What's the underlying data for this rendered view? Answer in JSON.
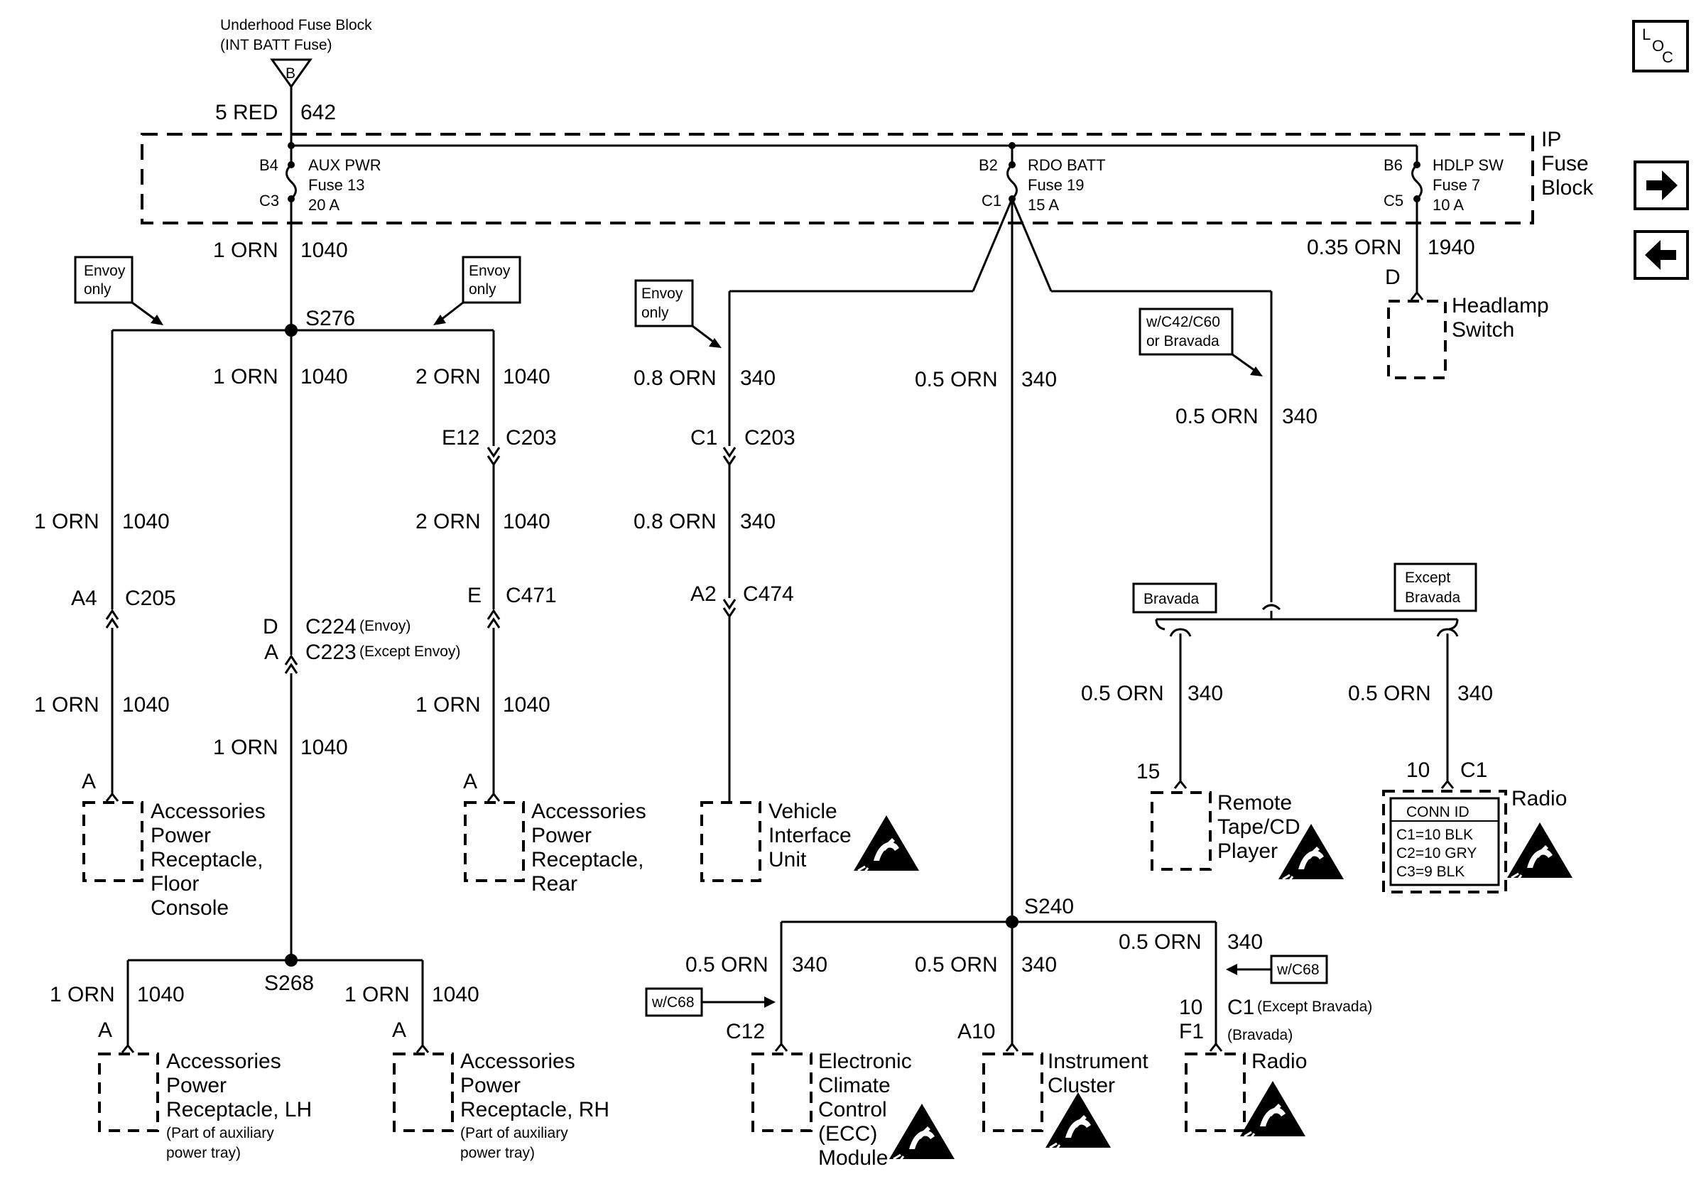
{
  "source": {
    "name": "Underhood Fuse Block",
    "fuse": "(INT BATT Fuse)",
    "terminal": "B"
  },
  "feed_wire": {
    "gauge": "5 RED",
    "circuit": "642"
  },
  "ip_fuse_block": {
    "line1": "IP",
    "line2": "Fuse",
    "line3": "Block"
  },
  "fuses": [
    {
      "pin_in": "B4",
      "pin_out": "C3",
      "name": "AUX PWR",
      "number": "Fuse 13",
      "rating": "20 A"
    },
    {
      "pin_in": "B2",
      "pin_out": "C1",
      "name": "RDO BATT",
      "number": "Fuse 19",
      "rating": "15 A"
    },
    {
      "pin_in": "B6",
      "pin_out": "C5",
      "name": "HDLP SW",
      "number": "Fuse 7",
      "rating": "10 A"
    }
  ],
  "nav": {
    "loc_l": "L",
    "loc_o": "O",
    "loc_c": "C",
    "forward": "➡",
    "back": "⬅"
  },
  "notes": {
    "envoy_l1": "Envoy",
    "envoy_l2": "only",
    "wc42_l1": "w/C42/C60",
    "wc42_l2": "or Bravada",
    "bravada": "Bravada",
    "except_l1": "Except",
    "except_l2": "Bravada",
    "wc68": "w/C68"
  },
  "splices": {
    "s276": "S276",
    "s268": "S268",
    "s240": "S240"
  },
  "wires": {
    "orn1": "1 ORN",
    "orn2": "2 ORN",
    "orn08": "0.8 ORN",
    "orn05": "0.5 ORN",
    "orn035": "0.35 ORN",
    "c1040": "1040",
    "c340": "340",
    "c1940": "1940"
  },
  "connectors": {
    "e12": "E12",
    "c203": "C203",
    "c1": "C1",
    "a4": "A4",
    "c205": "C205",
    "d": "D",
    "a": "A",
    "c224": "C224",
    "c224_note": "(Envoy)",
    "c223": "C223",
    "c223_note": "(Except Envoy)",
    "e": "E",
    "c471": "C471",
    "a2": "A2",
    "c474": "C474",
    "p15": "15",
    "p10": "10",
    "c12": "C12",
    "a10": "A10",
    "f1": "F1",
    "c1_except": "(Except Bravada)",
    "c1_brav": "(Bravada)"
  },
  "components": {
    "acc_floor": [
      "Accessories",
      "Power",
      "Receptacle,",
      "Floor",
      "Console"
    ],
    "acc_rear": [
      "Accessories",
      "Power",
      "Receptacle,",
      "Rear"
    ],
    "viu": [
      "Vehicle",
      "Interface",
      "Unit"
    ],
    "headlamp": [
      "Headlamp",
      "Switch"
    ],
    "remote": [
      "Remote",
      "Tape/CD",
      "Player"
    ],
    "radio": "Radio",
    "acc_lh": [
      "Accessories",
      "Power",
      "Receptacle, LH",
      "(Part of auxiliary",
      "power tray)"
    ],
    "acc_rh": [
      "Accessories",
      "Power",
      "Receptacle, RH",
      "(Part of auxiliary",
      "power tray)"
    ],
    "ecc": [
      "Electronic",
      "Climate",
      "Control",
      "(ECC)",
      "Module"
    ],
    "cluster": [
      "Instrument",
      "Cluster"
    ]
  },
  "conn_id": {
    "title": "CONN ID",
    "c1": "C1=10 BLK",
    "c2": "C2=10 GRY",
    "c3": "C3=9 BLK"
  }
}
